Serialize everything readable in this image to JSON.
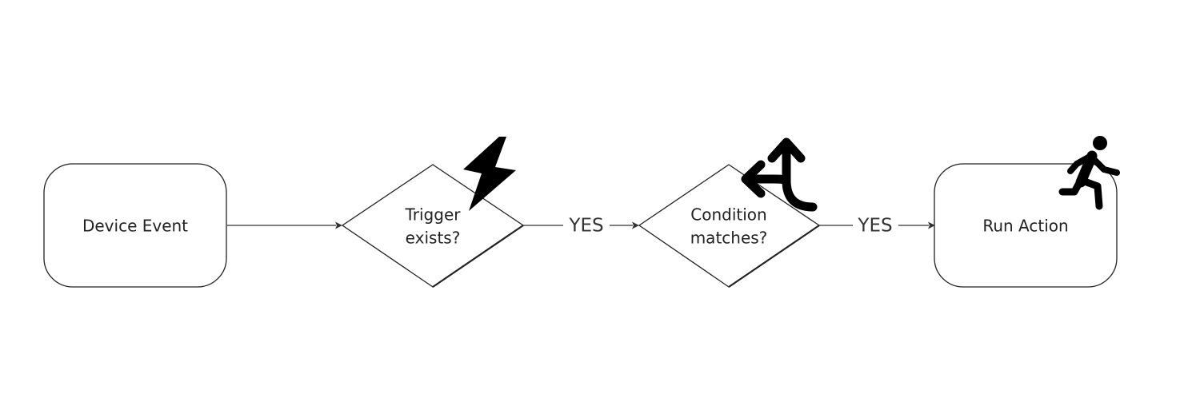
{
  "nodes": {
    "device_event": {
      "label": "Device Event"
    },
    "trigger": {
      "line1": "Trigger",
      "line2": "exists?",
      "icon": "lightning-bolt-icon"
    },
    "condition": {
      "line1": "Condition",
      "line2": "matches?",
      "icon": "split-arrow-icon"
    },
    "run_action": {
      "label": "Run Action",
      "icon": "running-person-icon"
    }
  },
  "edges": {
    "trigger_to_condition": {
      "label": "YES"
    },
    "condition_to_action": {
      "label": "YES"
    }
  }
}
